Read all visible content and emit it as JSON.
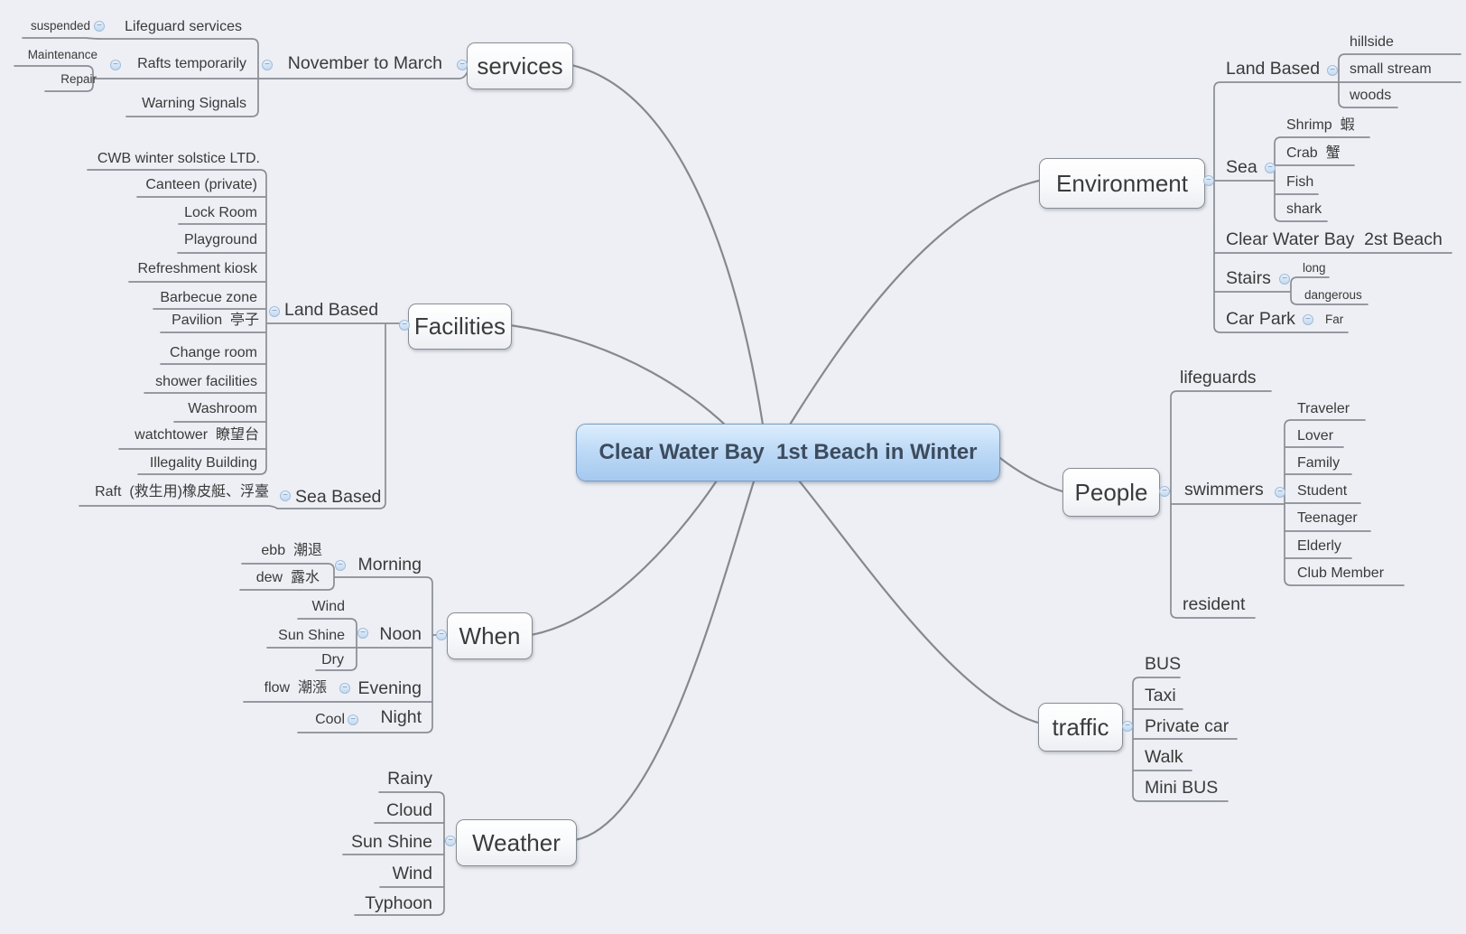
{
  "root": {
    "label": "Clear Water Bay  1st Beach in Winter"
  },
  "services": {
    "label": "services",
    "november_to_march": {
      "label": "November to March",
      "lifeguard_services": {
        "label": "Lifeguard services",
        "suspended": "suspended"
      },
      "rafts_temporarily": {
        "label": "Rafts temporarily",
        "maintenance": "Maintenance",
        "repair": "Repair"
      },
      "warning_signals": "Warning Signals"
    }
  },
  "facilities": {
    "label": "Facilities",
    "land_based": {
      "label": "Land Based",
      "items": [
        "CWB winter solstice LTD.",
        "Canteen (private)",
        "Lock Room",
        "Playground",
        "Refreshment kiosk",
        "Barbecue zone",
        "Pavilion  亭子",
        "Change room",
        "shower facilities",
        "Washroom",
        "watchtower  瞭望台",
        "Illegality Building"
      ]
    },
    "sea_based": {
      "label": "Sea Based",
      "raft": "Raft  (救生用)橡皮艇、浮臺"
    }
  },
  "when": {
    "label": "When",
    "morning": {
      "label": "Morning",
      "ebb": "ebb  潮退",
      "dew": "dew  露水"
    },
    "noon": {
      "label": "Noon",
      "wind": "Wind",
      "sun_shine": "Sun Shine",
      "dry": "Dry"
    },
    "evening": {
      "label": "Evening",
      "flow": "flow  潮漲"
    },
    "night": {
      "label": "Night",
      "cool": "Cool"
    }
  },
  "weather": {
    "label": "Weather",
    "items": [
      "Rainy",
      "Cloud",
      "Sun Shine",
      "Wind",
      "Typhoon"
    ]
  },
  "environment": {
    "label": "Environment",
    "land_based": {
      "label": "Land Based",
      "items": [
        "hillside",
        "small stream",
        "woods"
      ]
    },
    "sea": {
      "label": "Sea",
      "items": [
        "Shrimp  蝦",
        "Crab  蟹",
        "Fish",
        "shark"
      ]
    },
    "beach2": "Clear Water Bay  2st Beach",
    "stairs": {
      "label": "Stairs",
      "long": "long",
      "dangerous": "dangerous"
    },
    "car_park": {
      "label": "Car Park",
      "far": "Far"
    }
  },
  "people": {
    "label": "People",
    "lifeguards": "lifeguards",
    "swimmers": {
      "label": "swimmers",
      "items": [
        "Traveler",
        "Lover",
        "Family",
        "Student",
        "Teenager",
        "Elderly",
        "Club Member"
      ]
    },
    "resident": "resident"
  },
  "traffic": {
    "label": "traffic",
    "items": [
      "BUS",
      "Taxi",
      "Private car",
      "Walk",
      "Mini BUS"
    ]
  },
  "icons": {
    "collapse_glyph": "−"
  },
  "colors": {
    "background": "#edeff4",
    "line": "#898d94",
    "node_fill": "#ffffff",
    "node_border": "#878d95",
    "central_gradient_top": "#ddeefd",
    "central_gradient_bottom": "#a5c9ef",
    "central_border": "#7e9cbe",
    "text": "#3a3a3a",
    "toggle_fill": "#c3d9ef",
    "toggle_border": "#9fbcdc"
  }
}
